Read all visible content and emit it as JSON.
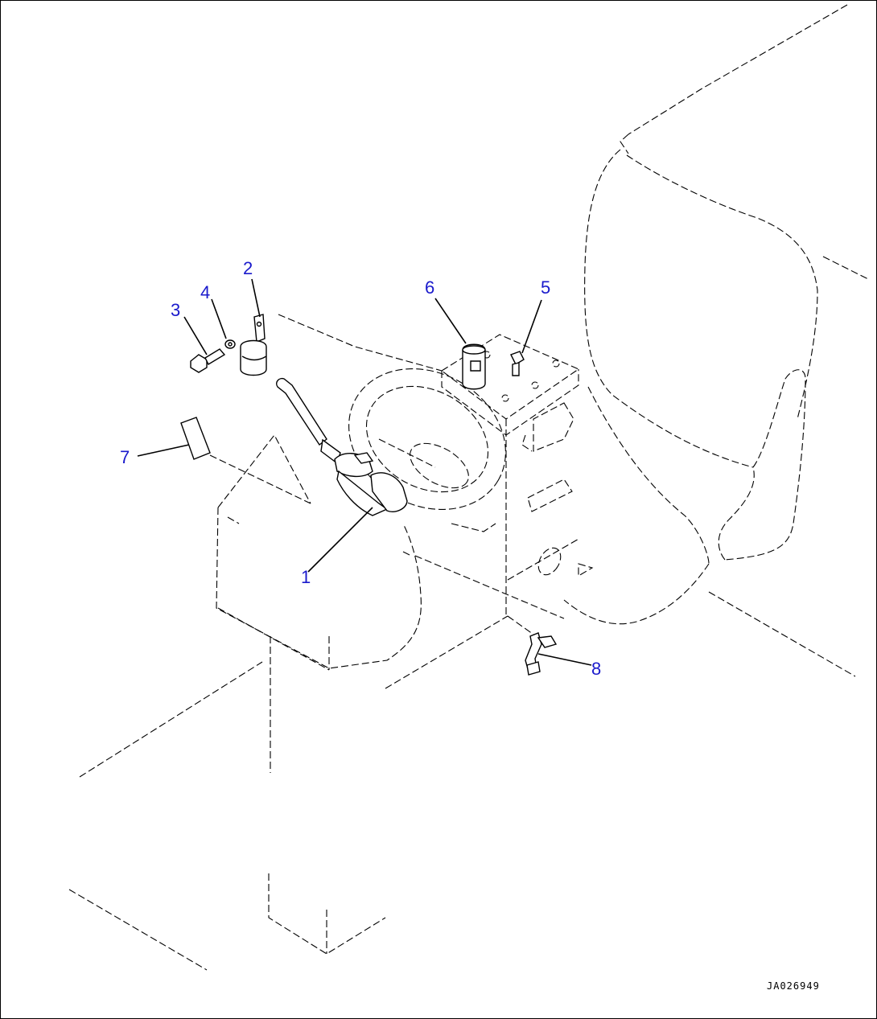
{
  "diagram": {
    "figure_id": "JA026949",
    "colors": {
      "callout": "#1a1acc",
      "lines": "#000000",
      "background": "#ffffff"
    },
    "callouts": [
      {
        "number": "1",
        "part": "lever-assembly"
      },
      {
        "number": "2",
        "part": "clamp"
      },
      {
        "number": "3",
        "part": "bolt"
      },
      {
        "number": "4",
        "part": "washer"
      },
      {
        "number": "5",
        "part": "switch"
      },
      {
        "number": "6",
        "part": "cylinder"
      },
      {
        "number": "7",
        "part": "plate"
      },
      {
        "number": "8",
        "part": "bracket"
      }
    ]
  }
}
